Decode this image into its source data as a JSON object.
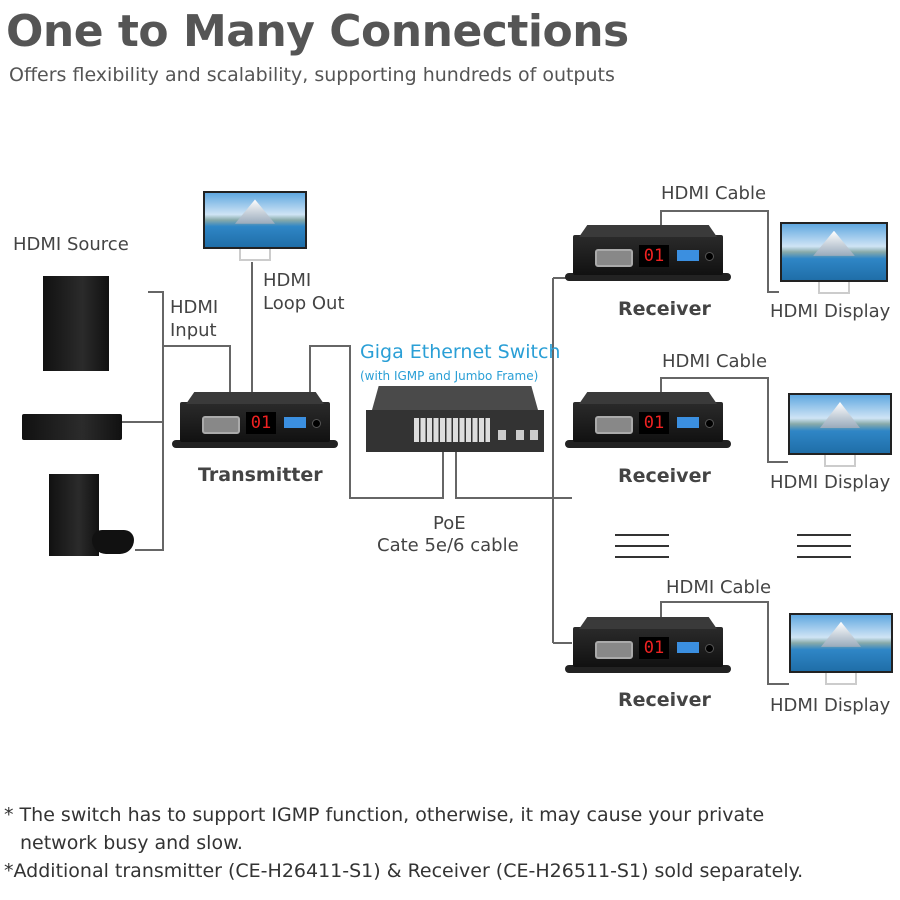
{
  "header": {
    "title": "One to Many Connections",
    "subtitle": "Offers flexibility and scalability, supporting hundreds of outputs"
  },
  "source": {
    "label": "HDMI Source",
    "devices": [
      "pc-tower",
      "dvd-player",
      "game-console"
    ]
  },
  "labels": {
    "hdmi_input_1": "HDMI",
    "hdmi_input_2": "Input",
    "loop_out_1": "HDMI",
    "loop_out_2": "Loop Out",
    "transmitter": "Transmitter",
    "switch_title": "Giga Ethernet Switch",
    "switch_sub": "(with IGMP and Jumbo Frame)",
    "poe_1": "PoE",
    "poe_2": "Cate 5e/6 cable"
  },
  "device_display": "01",
  "receivers": [
    {
      "cable": "HDMI Cable",
      "label": "Receiver",
      "display": "HDMI Display"
    },
    {
      "cable": "HDMI Cable",
      "label": "Receiver",
      "display": "HDMI Display"
    },
    {
      "cable": "HDMI Cable",
      "label": "Receiver",
      "display": "HDMI Display"
    }
  ],
  "notes": [
    "* The switch has to support IGMP function, otherwise, it may cause your private",
    "  network busy and slow.",
    "*Additional transmitter (CE-H26411-S1) & Receiver (CE-H26511-S1) sold separately."
  ],
  "colors": {
    "title": "#555555",
    "switch_label": "#2a9fd6",
    "lines": "#666666",
    "segment_led": "#e22222"
  }
}
